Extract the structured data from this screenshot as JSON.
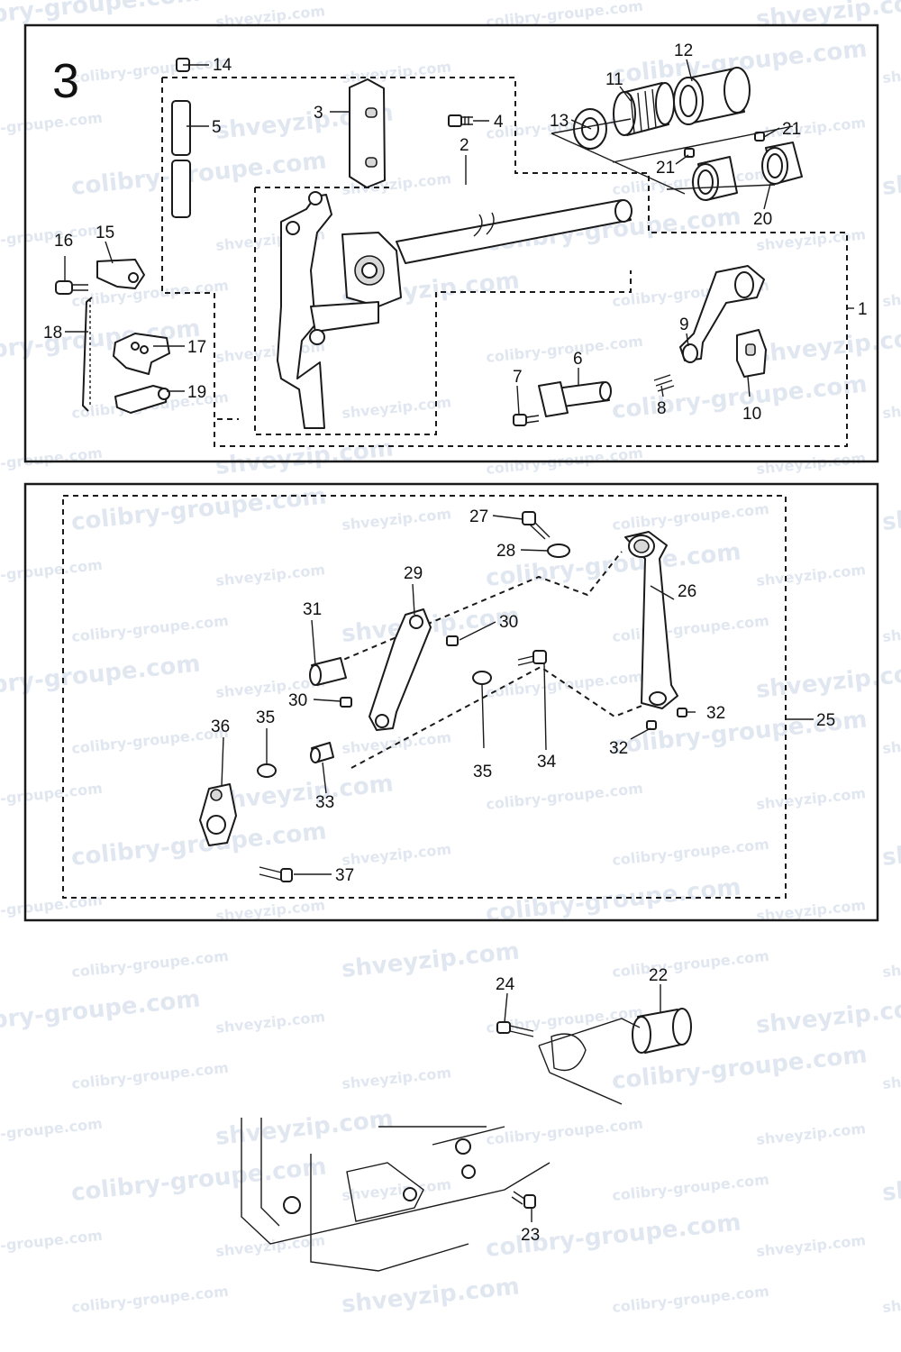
{
  "figure": {
    "section_number": "3"
  },
  "watermarks": {
    "primary": "colibry-groupe.com",
    "secondary": "shveyzip.com"
  },
  "callouts": {
    "p1": "1",
    "p2": "2",
    "p3": "3",
    "p4": "4",
    "p5": "5",
    "p6": "6",
    "p7": "7",
    "p8": "8",
    "p9": "9",
    "p10": "10",
    "p11": "11",
    "p12": "12",
    "p13": "13",
    "p14": "14",
    "p15": "15",
    "p16": "16",
    "p17": "17",
    "p18": "18",
    "p19": "19",
    "p20": "20",
    "p21a": "21",
    "p21b": "21",
    "p22": "22",
    "p23": "23",
    "p24": "24",
    "p25": "25",
    "p26": "26",
    "p27": "27",
    "p28": "28",
    "p29": "29",
    "p30a": "30",
    "p30b": "30",
    "p31": "31",
    "p32a": "32",
    "p32b": "32",
    "p33": "33",
    "p34": "34",
    "p35a": "35",
    "p35b": "35",
    "p36": "36",
    "p37": "37"
  },
  "colors": {
    "line": "#1a1a1a",
    "frame": "#1a1a1a",
    "watermark": "#c9d4e4",
    "background": "#ffffff"
  }
}
